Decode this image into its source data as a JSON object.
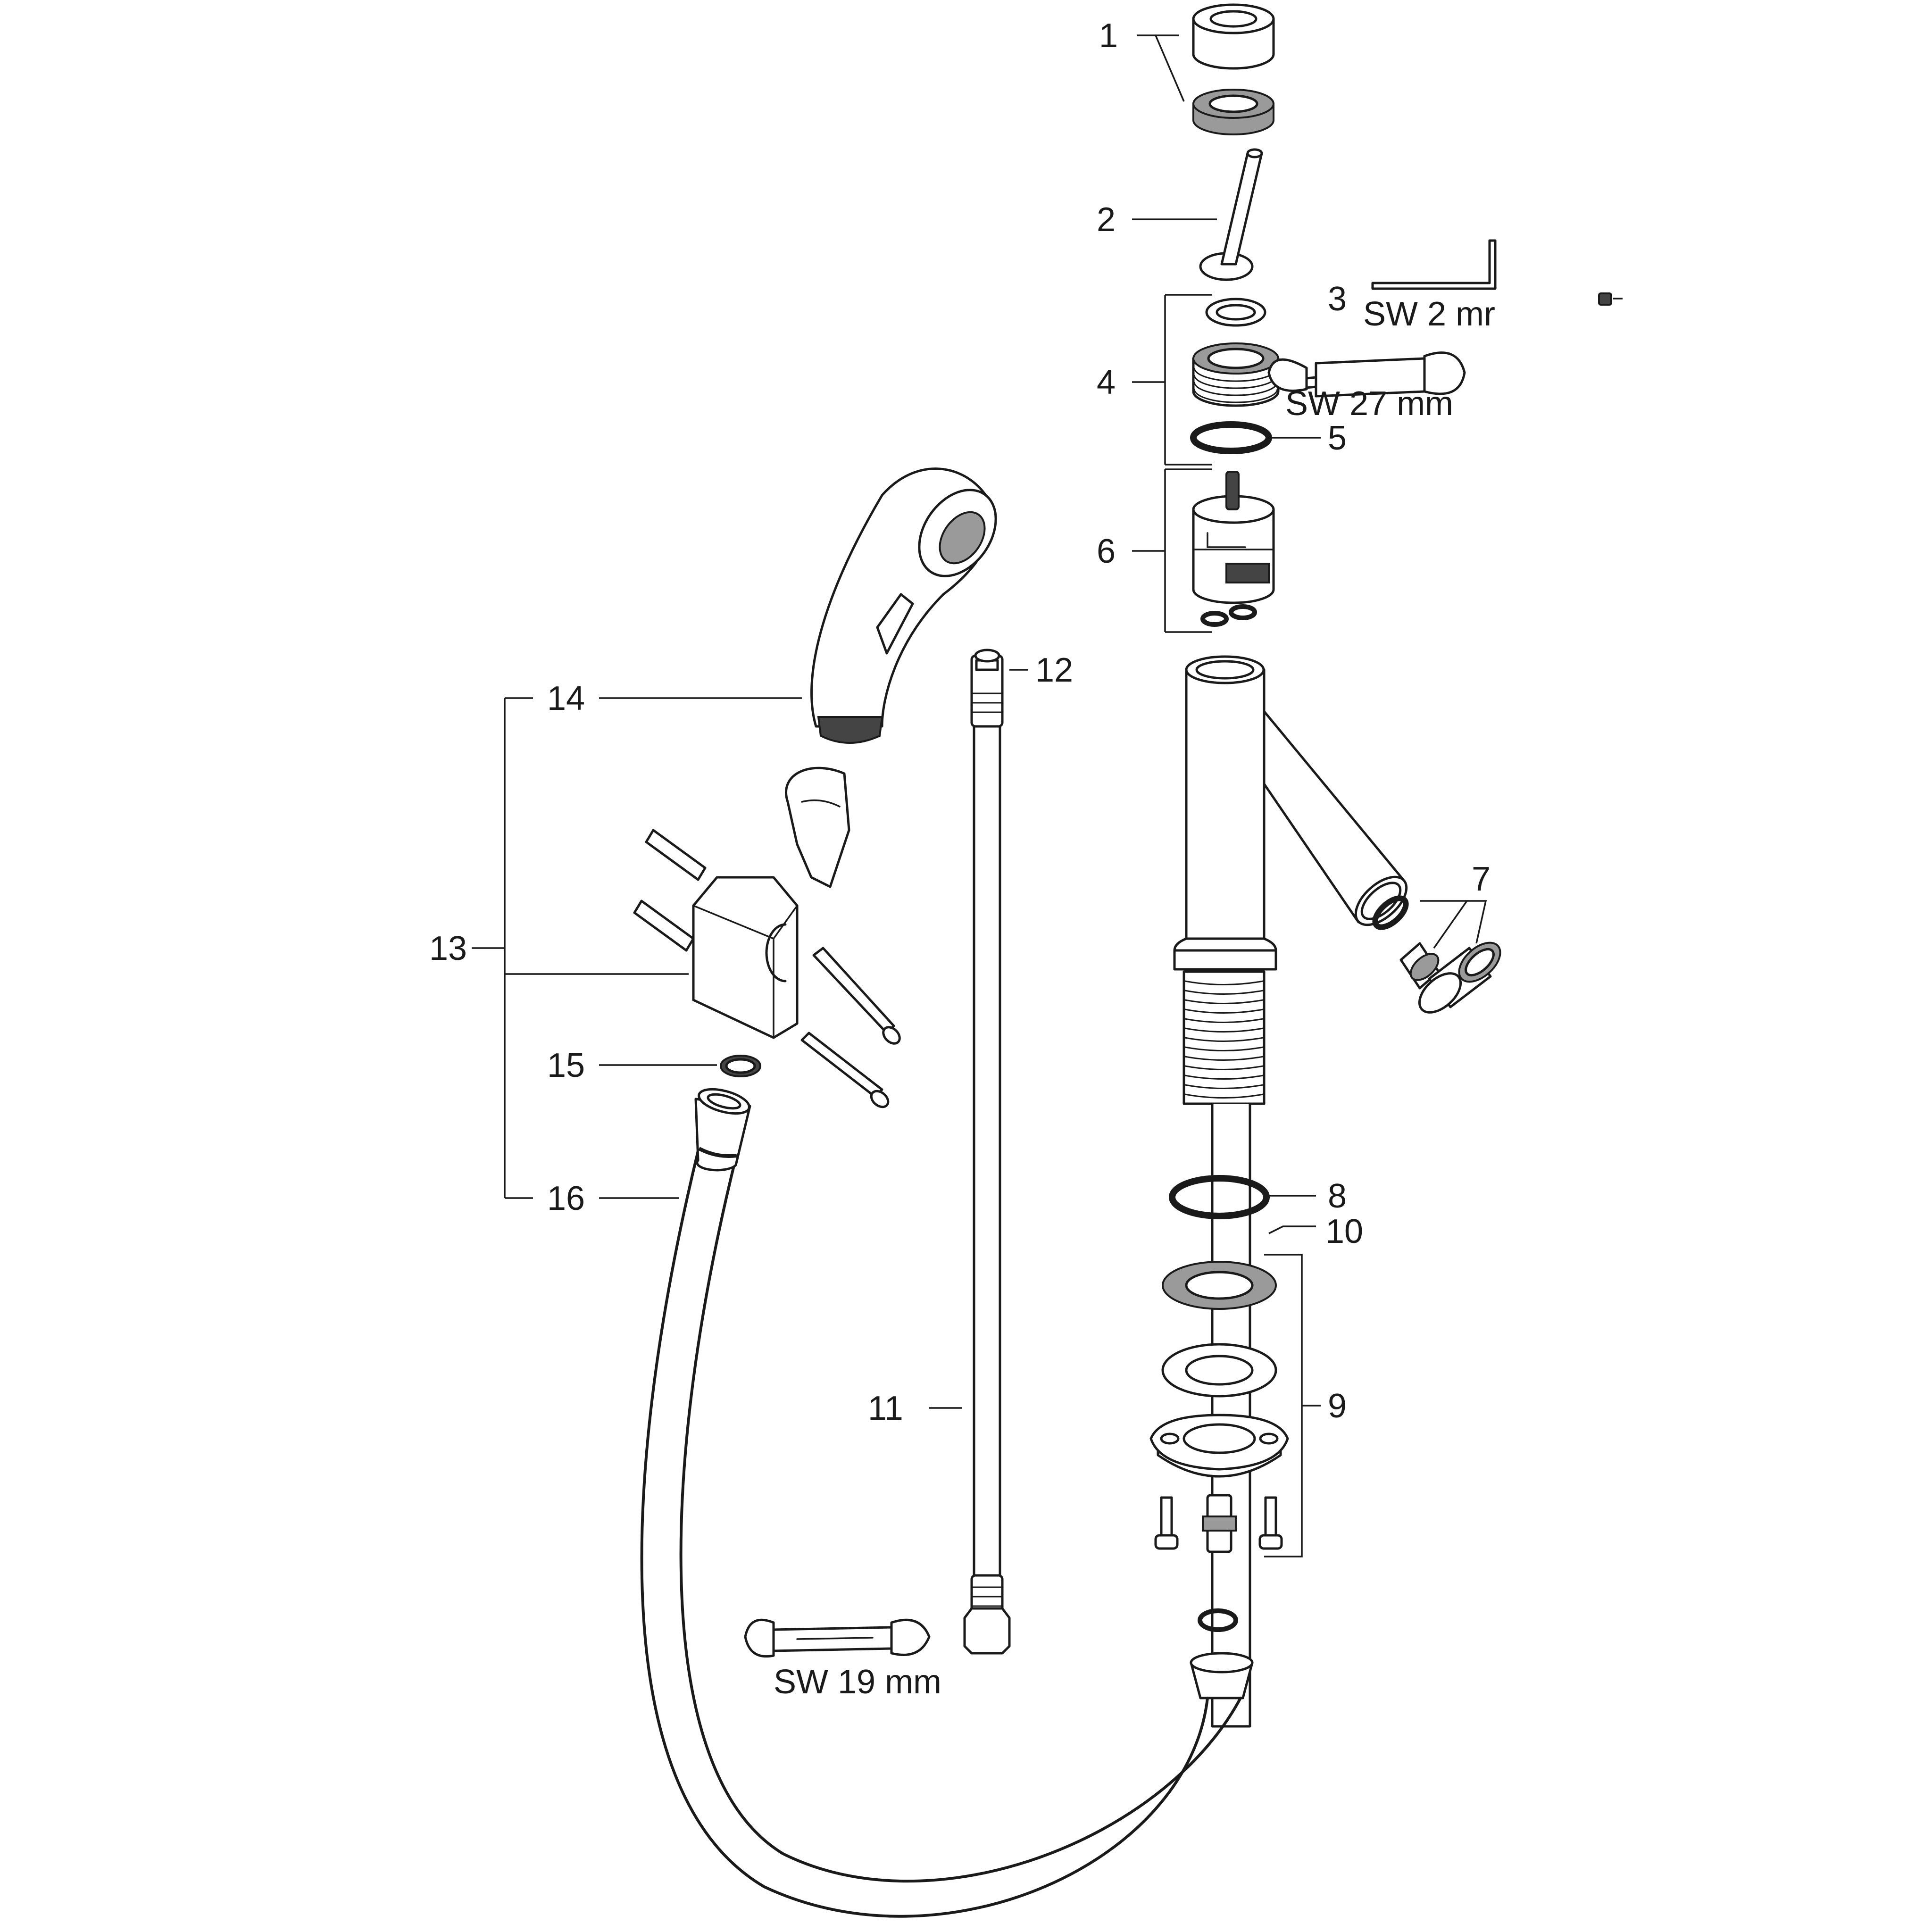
{
  "callouts": {
    "c1": "1",
    "c2": "2",
    "c3": "3",
    "c4": "4",
    "c5": "5",
    "c6": "6",
    "c7": "7",
    "c8": "8",
    "c9": "9",
    "c10": "10",
    "c11": "11",
    "c12": "12",
    "c13": "13",
    "c14": "14",
    "c15": "15",
    "c16": "16"
  },
  "tools": {
    "hex_key_size": "SW 2 mr",
    "wrench_top_size": "SW 27 mm",
    "wrench_bottom_size": "SW 19 mm"
  },
  "icons": [
    "hex-key-icon",
    "wrench-icon"
  ]
}
